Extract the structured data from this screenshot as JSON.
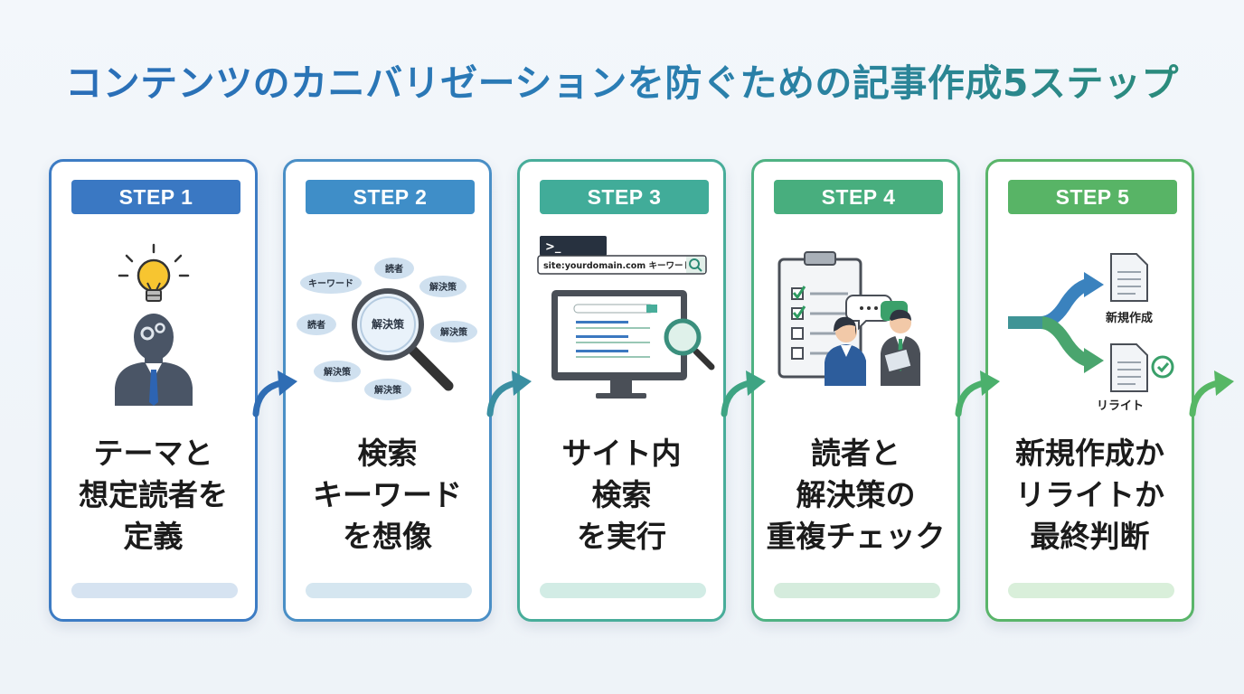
{
  "title": "コンテンツのカニバリゼーションを防ぐための記事作成5ステップ",
  "steps": [
    {
      "badge": "STEP 1",
      "lines": [
        "テーマと",
        "想定読者を",
        "定義"
      ],
      "color": "#3f7cc7"
    },
    {
      "badge": "STEP 2",
      "lines": [
        "検索",
        "キーワード",
        "を想像"
      ],
      "color": "#3f8ec8",
      "bubbles": [
        "キーワード",
        "読者",
        "解決策",
        "読者",
        "解決策",
        "解決策",
        "解決策",
        "解決策"
      ]
    },
    {
      "badge": "STEP 3",
      "lines": [
        "サイト内",
        "検索",
        "を実行"
      ],
      "color": "#41ac99",
      "terminal": ">_",
      "search_query": "site:yourdomain.com キーワード"
    },
    {
      "badge": "STEP 4",
      "lines": [
        "読者と",
        "解決策の",
        "重複チェック"
      ],
      "color": "#4db07e"
    },
    {
      "badge": "STEP 5",
      "lines": [
        "新規作成か",
        "リライトか",
        "最終判断"
      ],
      "color": "#5bb567",
      "option_new": "新規作成",
      "option_rewrite": "リライト"
    }
  ],
  "colors": {
    "borders": [
      "#3d7cc4",
      "#4a8fc6",
      "#48ad9a",
      "#4fb283",
      "#5ab56a"
    ],
    "bars": [
      "#d6e3f1",
      "#d5e6f0",
      "#d2ece5",
      "#d5ecdd",
      "#d9efda"
    ]
  },
  "icons": [
    "lightbulb-icon",
    "head-gears-icon",
    "magnifier-icon",
    "monitor-icon",
    "clipboard-checklist-icon",
    "people-discussion-icon",
    "branch-arrow-icon",
    "document-icon",
    "check-circle-icon"
  ]
}
